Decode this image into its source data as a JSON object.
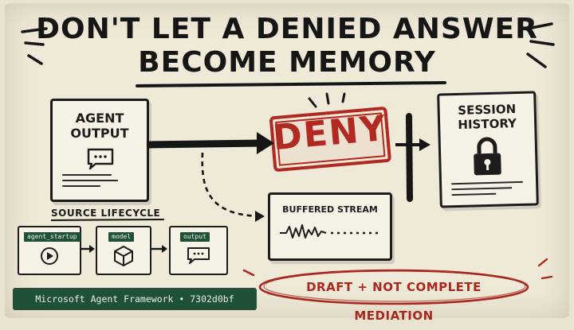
{
  "title": {
    "line1": "DON'T LET A DENIED ANSWER",
    "line2": "BECOME MEMORY"
  },
  "agent_output": {
    "label_line1": "AGENT",
    "label_line2": "OUTPUT",
    "icon": "chat-bubble-icon"
  },
  "stamp": {
    "text": "DENY",
    "color": "#b02a22"
  },
  "session_history": {
    "label_line1": "SESSION",
    "label_line2": "HISTORY",
    "icon": "padlock-icon"
  },
  "buffered_stream": {
    "label": "BUFFERED STREAM",
    "icon": "waveform-icon"
  },
  "source_lifecycle": {
    "label": "SOURCE LIFECYCLE",
    "steps": [
      {
        "tag": "agent_startup",
        "icon": "play-icon"
      },
      {
        "tag": "model",
        "icon": "cube-icon"
      },
      {
        "tag": "output",
        "icon": "chat-bubble-icon"
      }
    ]
  },
  "footer": {
    "text": "Microsoft Agent Framework • 7302d0bf"
  },
  "badge": {
    "text": "DRAFT + NOT COMPLETE MEDIATION"
  },
  "colors": {
    "ink": "#161616",
    "deny_red": "#b02a22",
    "footer_green": "#1e5136",
    "paper": "#efe9d8"
  }
}
